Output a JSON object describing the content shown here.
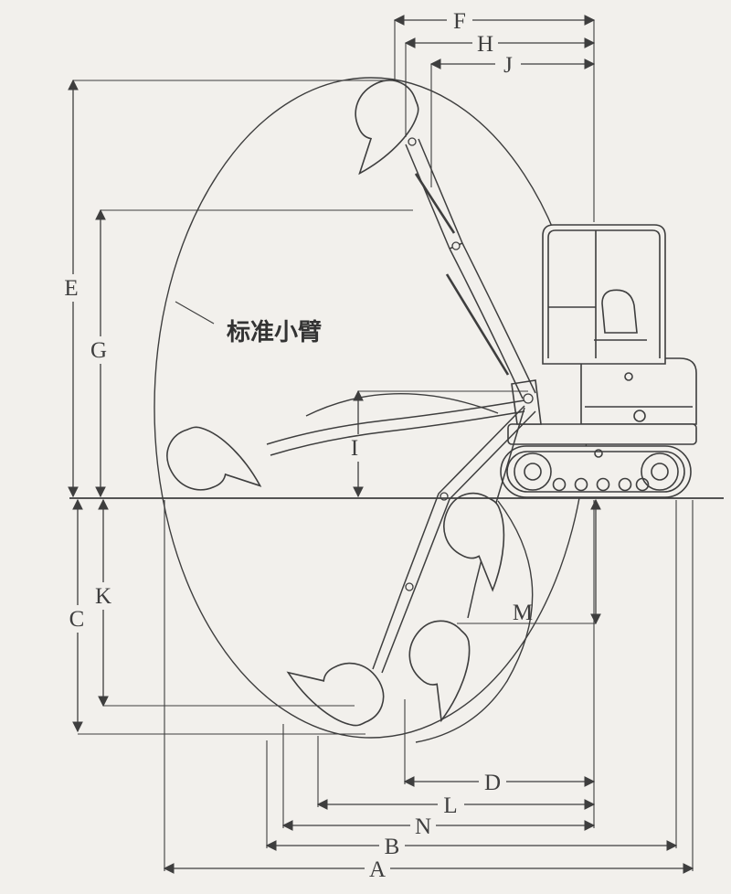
{
  "colors": {
    "background": "#f2f0ec",
    "ink": "#3e3e3e"
  },
  "annotations": {
    "standard_arm": "标准小臂"
  },
  "dims": {
    "A": "A",
    "B": "B",
    "C": "C",
    "D": "D",
    "E": "E",
    "F": "F",
    "G": "G",
    "H": "H",
    "I": "I",
    "J": "J",
    "K": "K",
    "L": "L",
    "M": "M",
    "N": "N"
  }
}
